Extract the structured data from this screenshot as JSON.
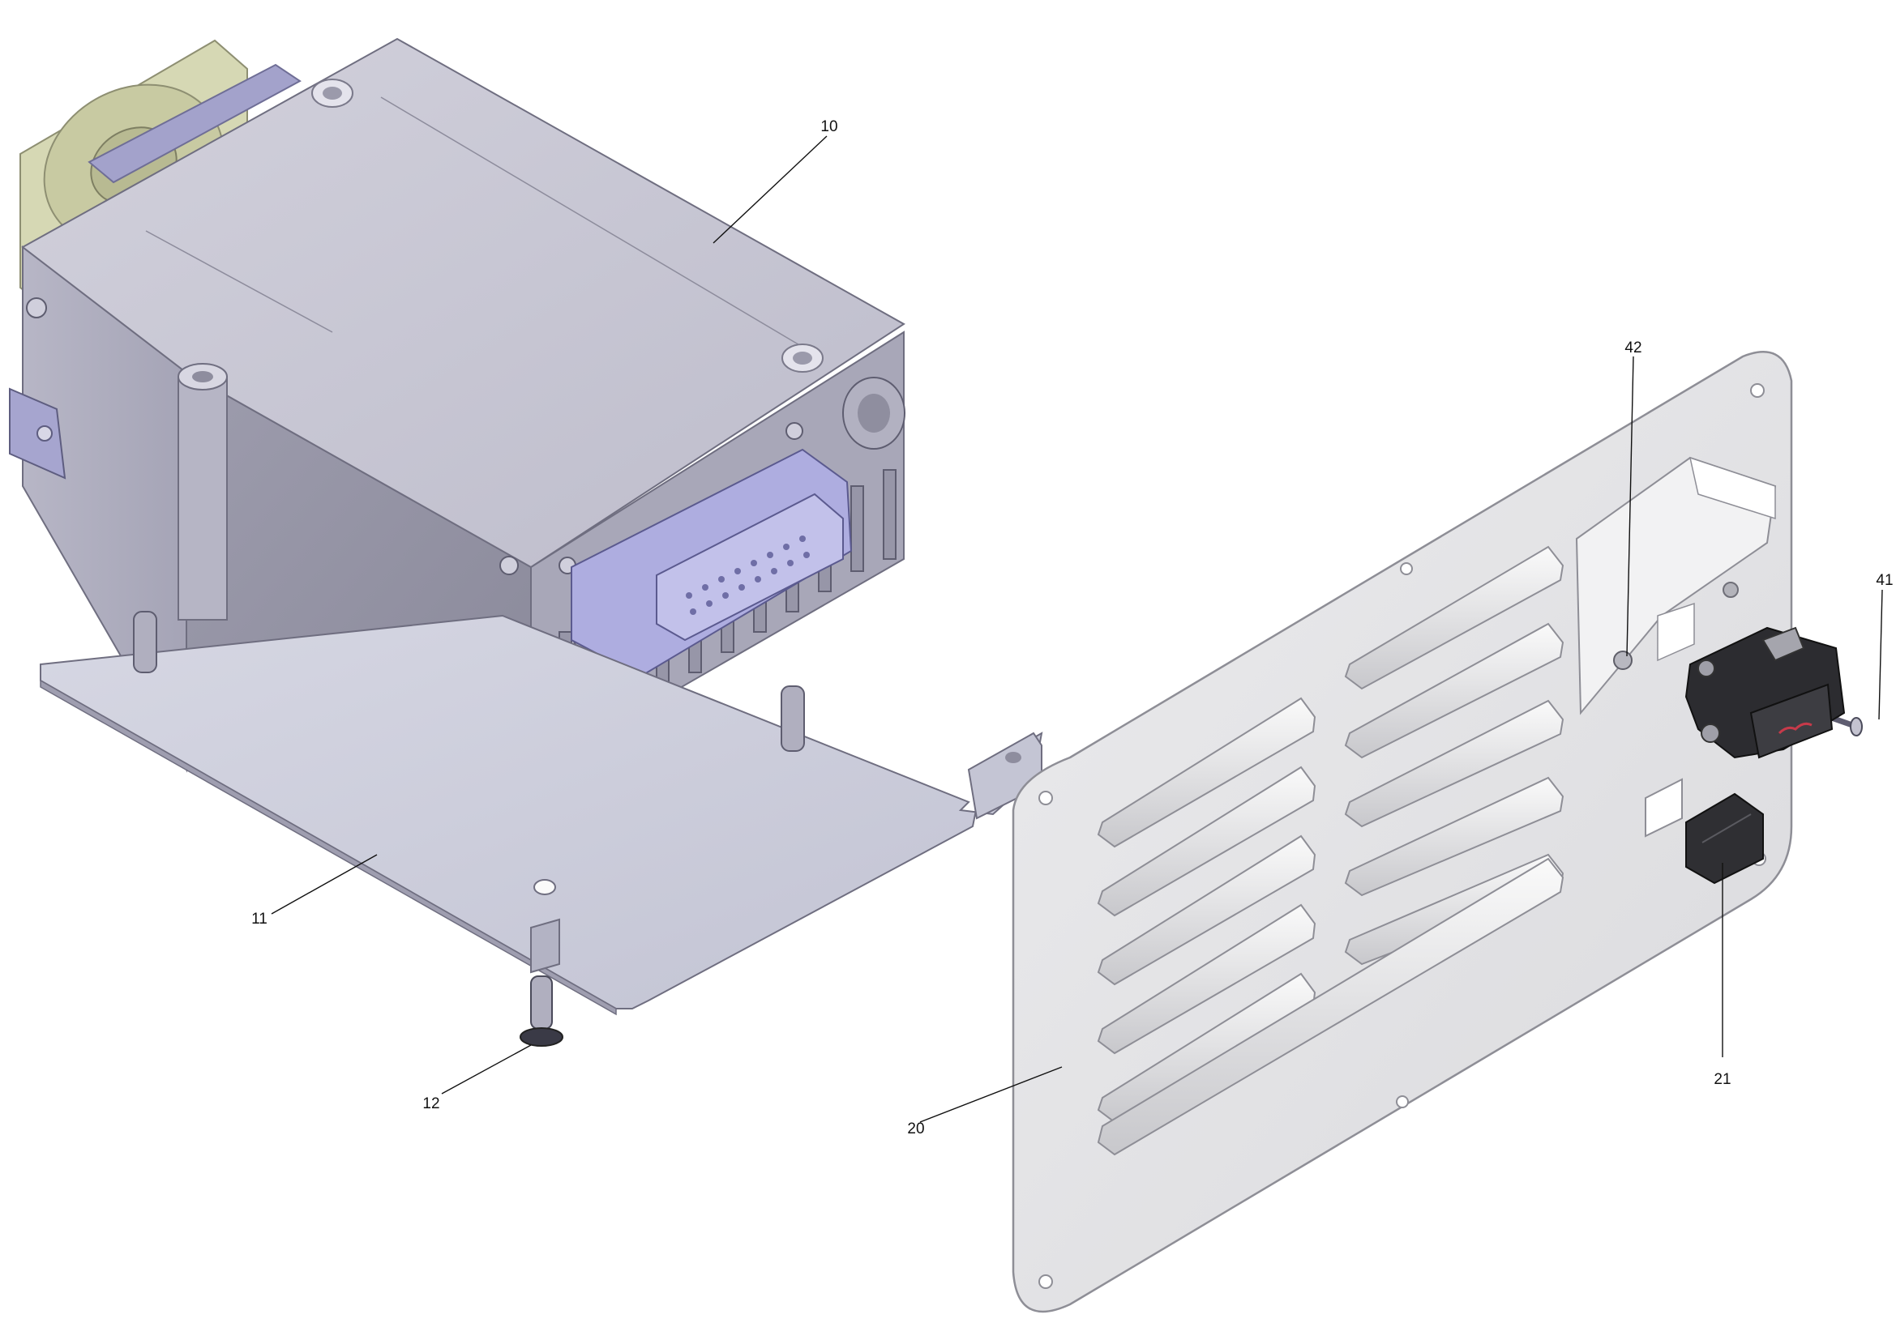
{
  "figure": {
    "type": "exploded-parts-diagram",
    "callouts": [
      {
        "id": "10",
        "label": "10"
      },
      {
        "id": "11",
        "label": "11"
      },
      {
        "id": "12",
        "label": "12"
      },
      {
        "id": "20",
        "label": "20"
      },
      {
        "id": "21",
        "label": "21"
      },
      {
        "id": "41",
        "label": "41"
      },
      {
        "id": "42",
        "label": "42"
      }
    ],
    "colors": {
      "housing": "#c4c3d0",
      "fan": "#d4d6b0",
      "connector": "#a9a8d8",
      "plate": "#cfd0df",
      "vent_panel": "#e4e4e6",
      "switch": "#2c2c2e",
      "switch_accent": "#c63a4a"
    }
  }
}
